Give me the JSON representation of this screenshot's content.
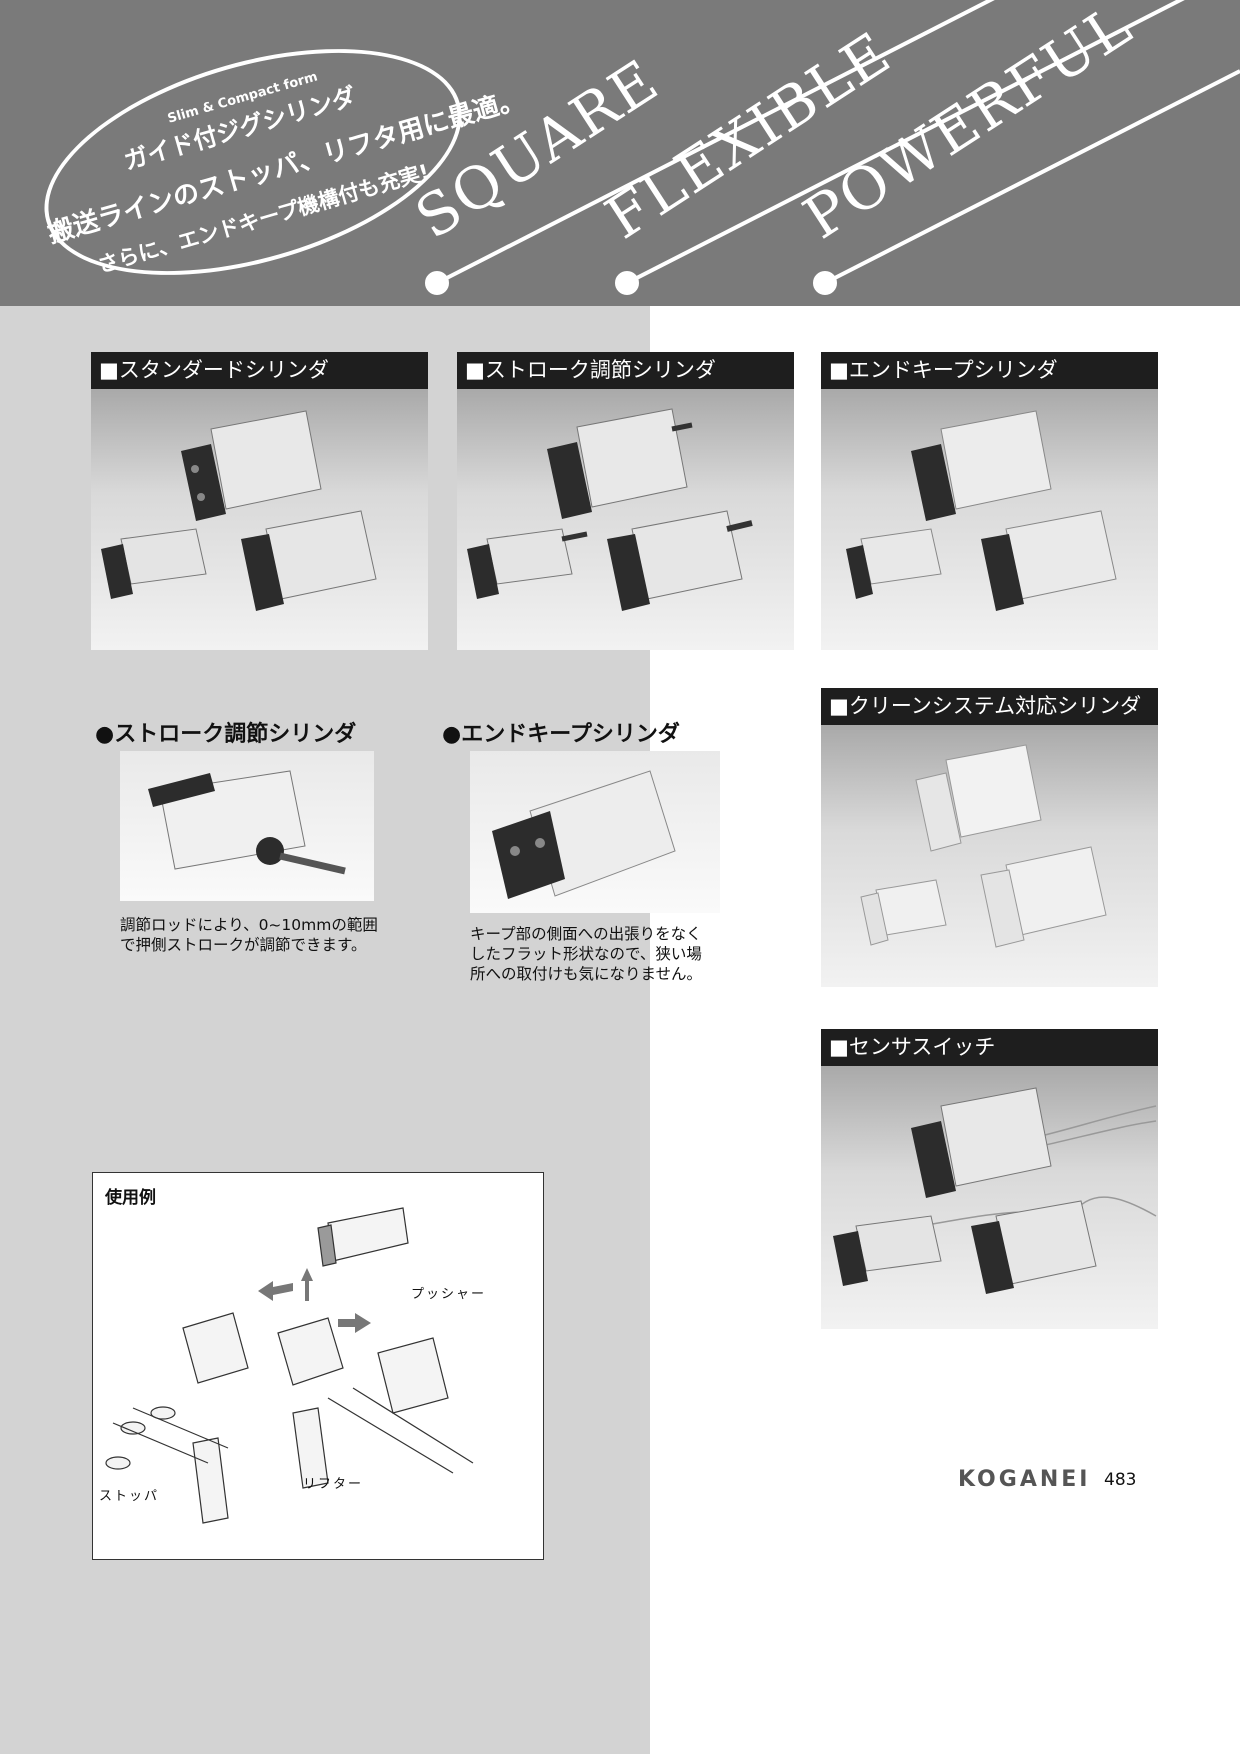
{
  "header": {
    "words": [
      "SQUARE",
      "FLEXIBLE",
      "POWERFUL"
    ],
    "oval": {
      "en": "Slim & Compact form",
      "product": "ガイド付ジグシリンダ",
      "line1": "搬送ラインのストッパ、リフタ用に最適。",
      "line2": "さらに、エンドキープ機構付も充実!"
    }
  },
  "cards": {
    "standard": "■スタンダードシリンダ",
    "stroke": "■ストローク調節シリンダ",
    "endkeep": "■エンドキープシリンダ",
    "clean": "■クリーンシステム対応シリンダ",
    "sensor": "■センサスイッチ"
  },
  "features": {
    "stroke_title": "●ストローク調節シリンダ",
    "stroke_text": "調節ロッドにより、0~10mmの範囲\nで押側ストロークが調節できます。",
    "endkeep_title": "●エンドキープシリンダ",
    "endkeep_text": "キープ部の側面への出張りをなく\nしたフラット形状なので、狭い場\n所への取付けも気になりません。"
  },
  "usage": {
    "title": "使用例",
    "pusher": "プッシャー",
    "stopper": "ストッパ",
    "lifter": "リフター"
  },
  "footer": {
    "brand": "KOGANEI",
    "page": "483"
  },
  "colors": {
    "header_bg": "#7a7a7a",
    "grey_field": "#d3d3d3",
    "title_bar": "#1e1e1e"
  }
}
